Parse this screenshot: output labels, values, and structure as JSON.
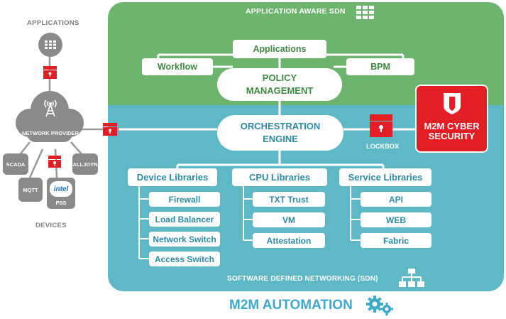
{
  "top": {
    "header": "APPLICATION AWARE SDN",
    "applications": "Applications",
    "workflow": "Workflow",
    "bpm": "BPM",
    "policy": [
      "POLICY",
      "MANAGEMENT"
    ]
  },
  "middle": {
    "orchestration": [
      "ORCHESTRATION",
      "ENGINE"
    ],
    "lockbox": "LOCKBOX",
    "security": [
      "M2M CYBER",
      "SECURITY"
    ]
  },
  "libraries": [
    {
      "title": "Device Libraries",
      "items": [
        "Firewall",
        "Load Balancer",
        "Network Switch",
        "Access Switch"
      ]
    },
    {
      "title": "CPU Libraries",
      "items": [
        "TXT Trust",
        "VM",
        "Attestation"
      ]
    },
    {
      "title": "Service Libraries",
      "items": [
        "API",
        "WEB",
        "Fabric"
      ]
    }
  ],
  "bottom": {
    "sdn": "SOFTWARE DEFINED NETWORKING (SDN)",
    "automation": "M2M AUTOMATION"
  },
  "left": {
    "applications": "APPLICATIONS",
    "network_provider": "NETWORK PROVIDER",
    "devices": "DEVICES",
    "device_labels": [
      "SCADA",
      "ALLJOYN",
      "MQTT",
      "PSS"
    ],
    "intel": "intel"
  },
  "colors": {
    "green": "#6db56f",
    "blue": "#5fb8c5",
    "red": "#e31e24",
    "gray": "#8a8a8a",
    "automation_text": "#3fa9c9"
  },
  "icons": [
    "grid-icon",
    "network-tree-icon",
    "gears-icon",
    "antenna-icon",
    "lock-icon",
    "shield-icon",
    "intel-logo-icon"
  ]
}
